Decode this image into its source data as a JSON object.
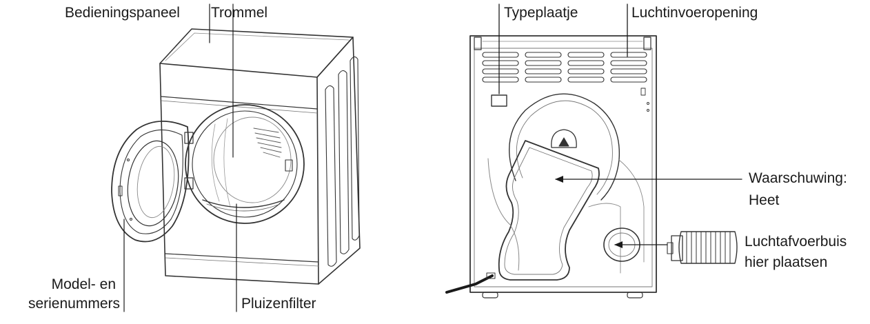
{
  "front_view": {
    "labels": {
      "control_panel": "Bedieningspaneel",
      "drum": "Trommel",
      "model_serial_line1": "Model- en",
      "model_serial_line2": "serienummers",
      "lint_filter": "Pluizenfilter"
    }
  },
  "rear_view": {
    "labels": {
      "rating_plate": "Typeplaatje",
      "air_inlet": "Luchtinvoeropening",
      "warning_line1": "Waarschuwing:",
      "warning_line2": "Heet",
      "exhaust_line1": "Luchtafvoerbuis",
      "exhaust_line2": "hier plaatsen"
    }
  },
  "colors": {
    "line": "#1a1a1a",
    "outline": "#3a3a3a",
    "light": "#9a9a9a"
  }
}
